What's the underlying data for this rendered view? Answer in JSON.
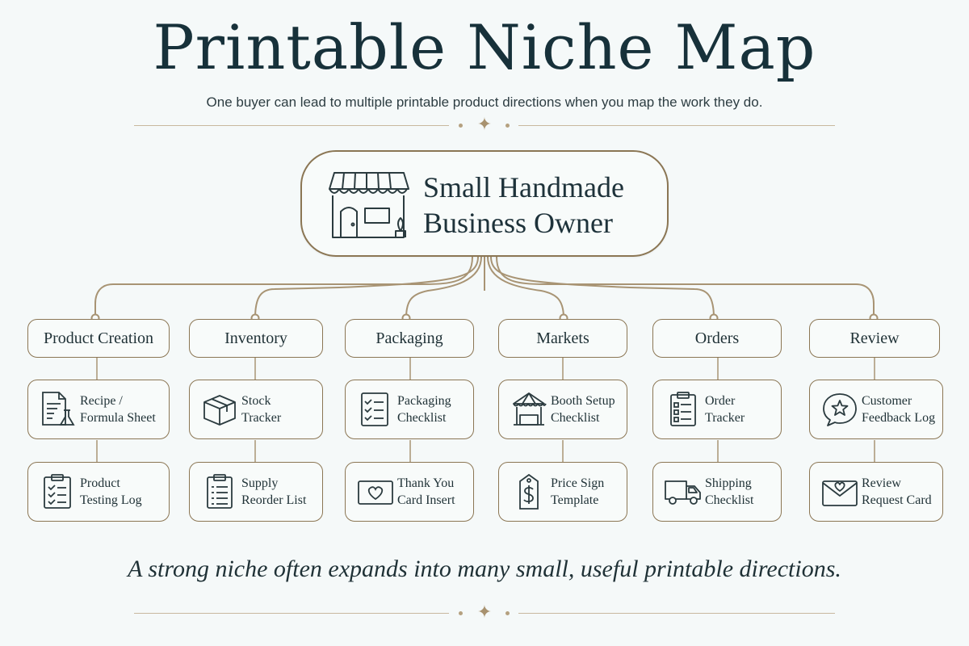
{
  "title": "Printable Niche Map",
  "subtitle": "One buyer can lead to multiple printable product directions when you map the work they do.",
  "center": {
    "label": "Small Handmade Business Owner",
    "icon": "storefront-icon"
  },
  "categories": [
    {
      "name": "Product Creation",
      "items": [
        {
          "label": "Recipe /\nFormula Sheet",
          "icon": "recipe-sheet-icon"
        },
        {
          "label": "Product\nTesting Log",
          "icon": "clipboard-checklist-icon"
        }
      ]
    },
    {
      "name": "Inventory",
      "items": [
        {
          "label": "Stock\nTracker",
          "icon": "box-icon"
        },
        {
          "label": "Supply\nReorder List",
          "icon": "clipboard-list-icon"
        }
      ]
    },
    {
      "name": "Packaging",
      "items": [
        {
          "label": "Packaging\nChecklist",
          "icon": "checklist-icon"
        },
        {
          "label": "Thank You\nCard Insert",
          "icon": "heart-card-icon"
        }
      ]
    },
    {
      "name": "Markets",
      "items": [
        {
          "label": "Booth Setup\nChecklist",
          "icon": "booth-tent-icon"
        },
        {
          "label": "Price Sign\nTemplate",
          "icon": "price-tag-icon"
        }
      ]
    },
    {
      "name": "Orders",
      "items": [
        {
          "label": "Order\nTracker",
          "icon": "order-clipboard-icon"
        },
        {
          "label": "Shipping\nChecklist",
          "icon": "delivery-truck-icon"
        }
      ]
    },
    {
      "name": "Review",
      "items": [
        {
          "label": "Customer\nFeedback Log",
          "icon": "star-speech-bubble-icon"
        },
        {
          "label": "Review\nRequest Card",
          "icon": "heart-envelope-icon"
        }
      ]
    }
  ],
  "footer": "A strong niche often expands into many small, useful printable directions.",
  "colors": {
    "accent": "#8b7654",
    "text": "#1f3136",
    "background": "#f5f9f9"
  }
}
